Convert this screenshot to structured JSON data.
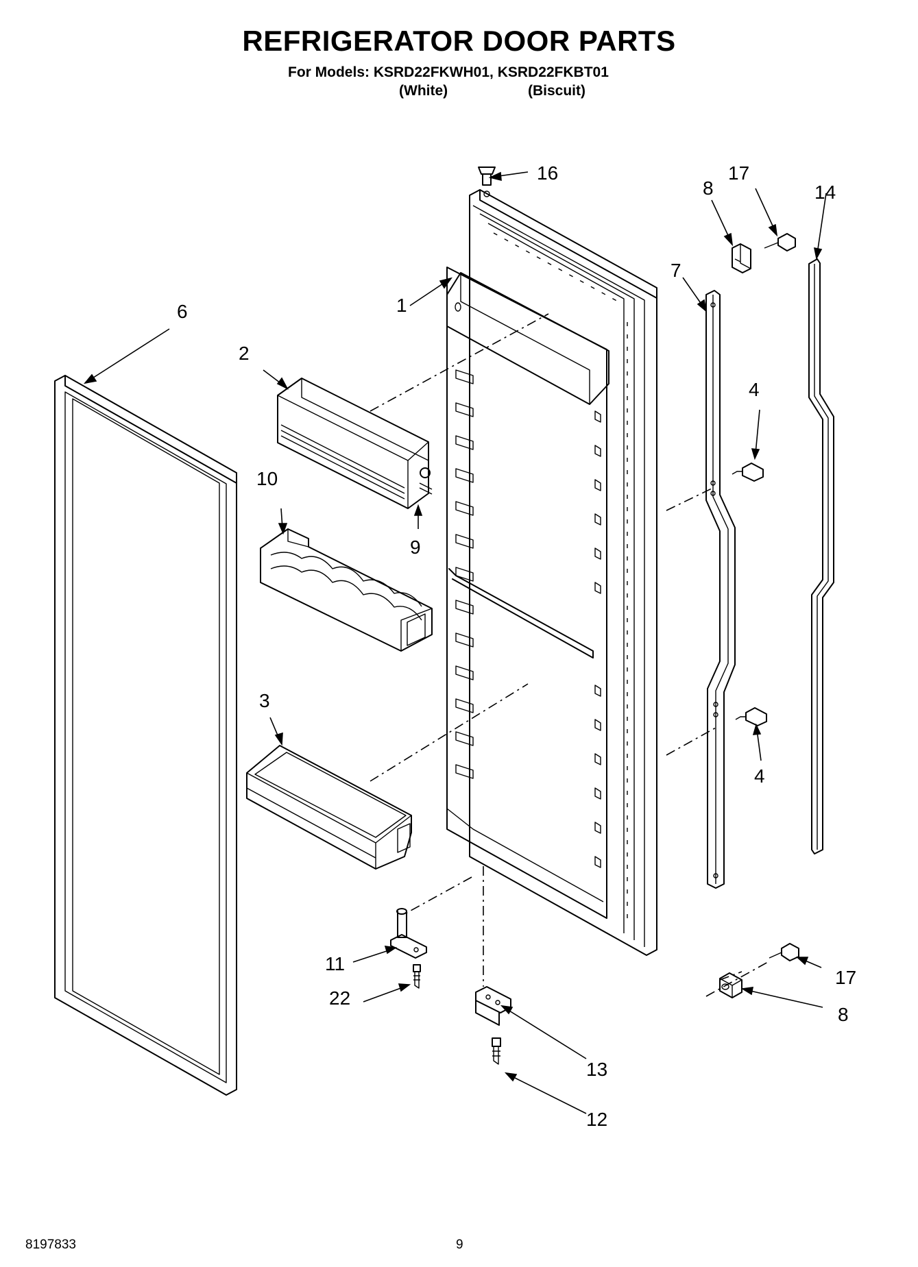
{
  "header": {
    "title": "REFRIGERATOR DOOR PARTS",
    "models_line": "For Models: KSRD22FKWH01, KSRD22FKBT01",
    "color_white": "(White)",
    "color_biscuit": "(Biscuit)"
  },
  "footer": {
    "doc_number": "8197833",
    "page_number": "9"
  },
  "callouts": {
    "c1": "1",
    "c2": "2",
    "c3": "3",
    "c4a": "4",
    "c4b": "4",
    "c6": "6",
    "c7": "7",
    "c8a": "8",
    "c8b": "8",
    "c9": "9",
    "c10": "10",
    "c11": "11",
    "c12": "12",
    "c13": "13",
    "c14": "14",
    "c16": "16",
    "c17a": "17",
    "c17b": "17",
    "c22": "22"
  }
}
